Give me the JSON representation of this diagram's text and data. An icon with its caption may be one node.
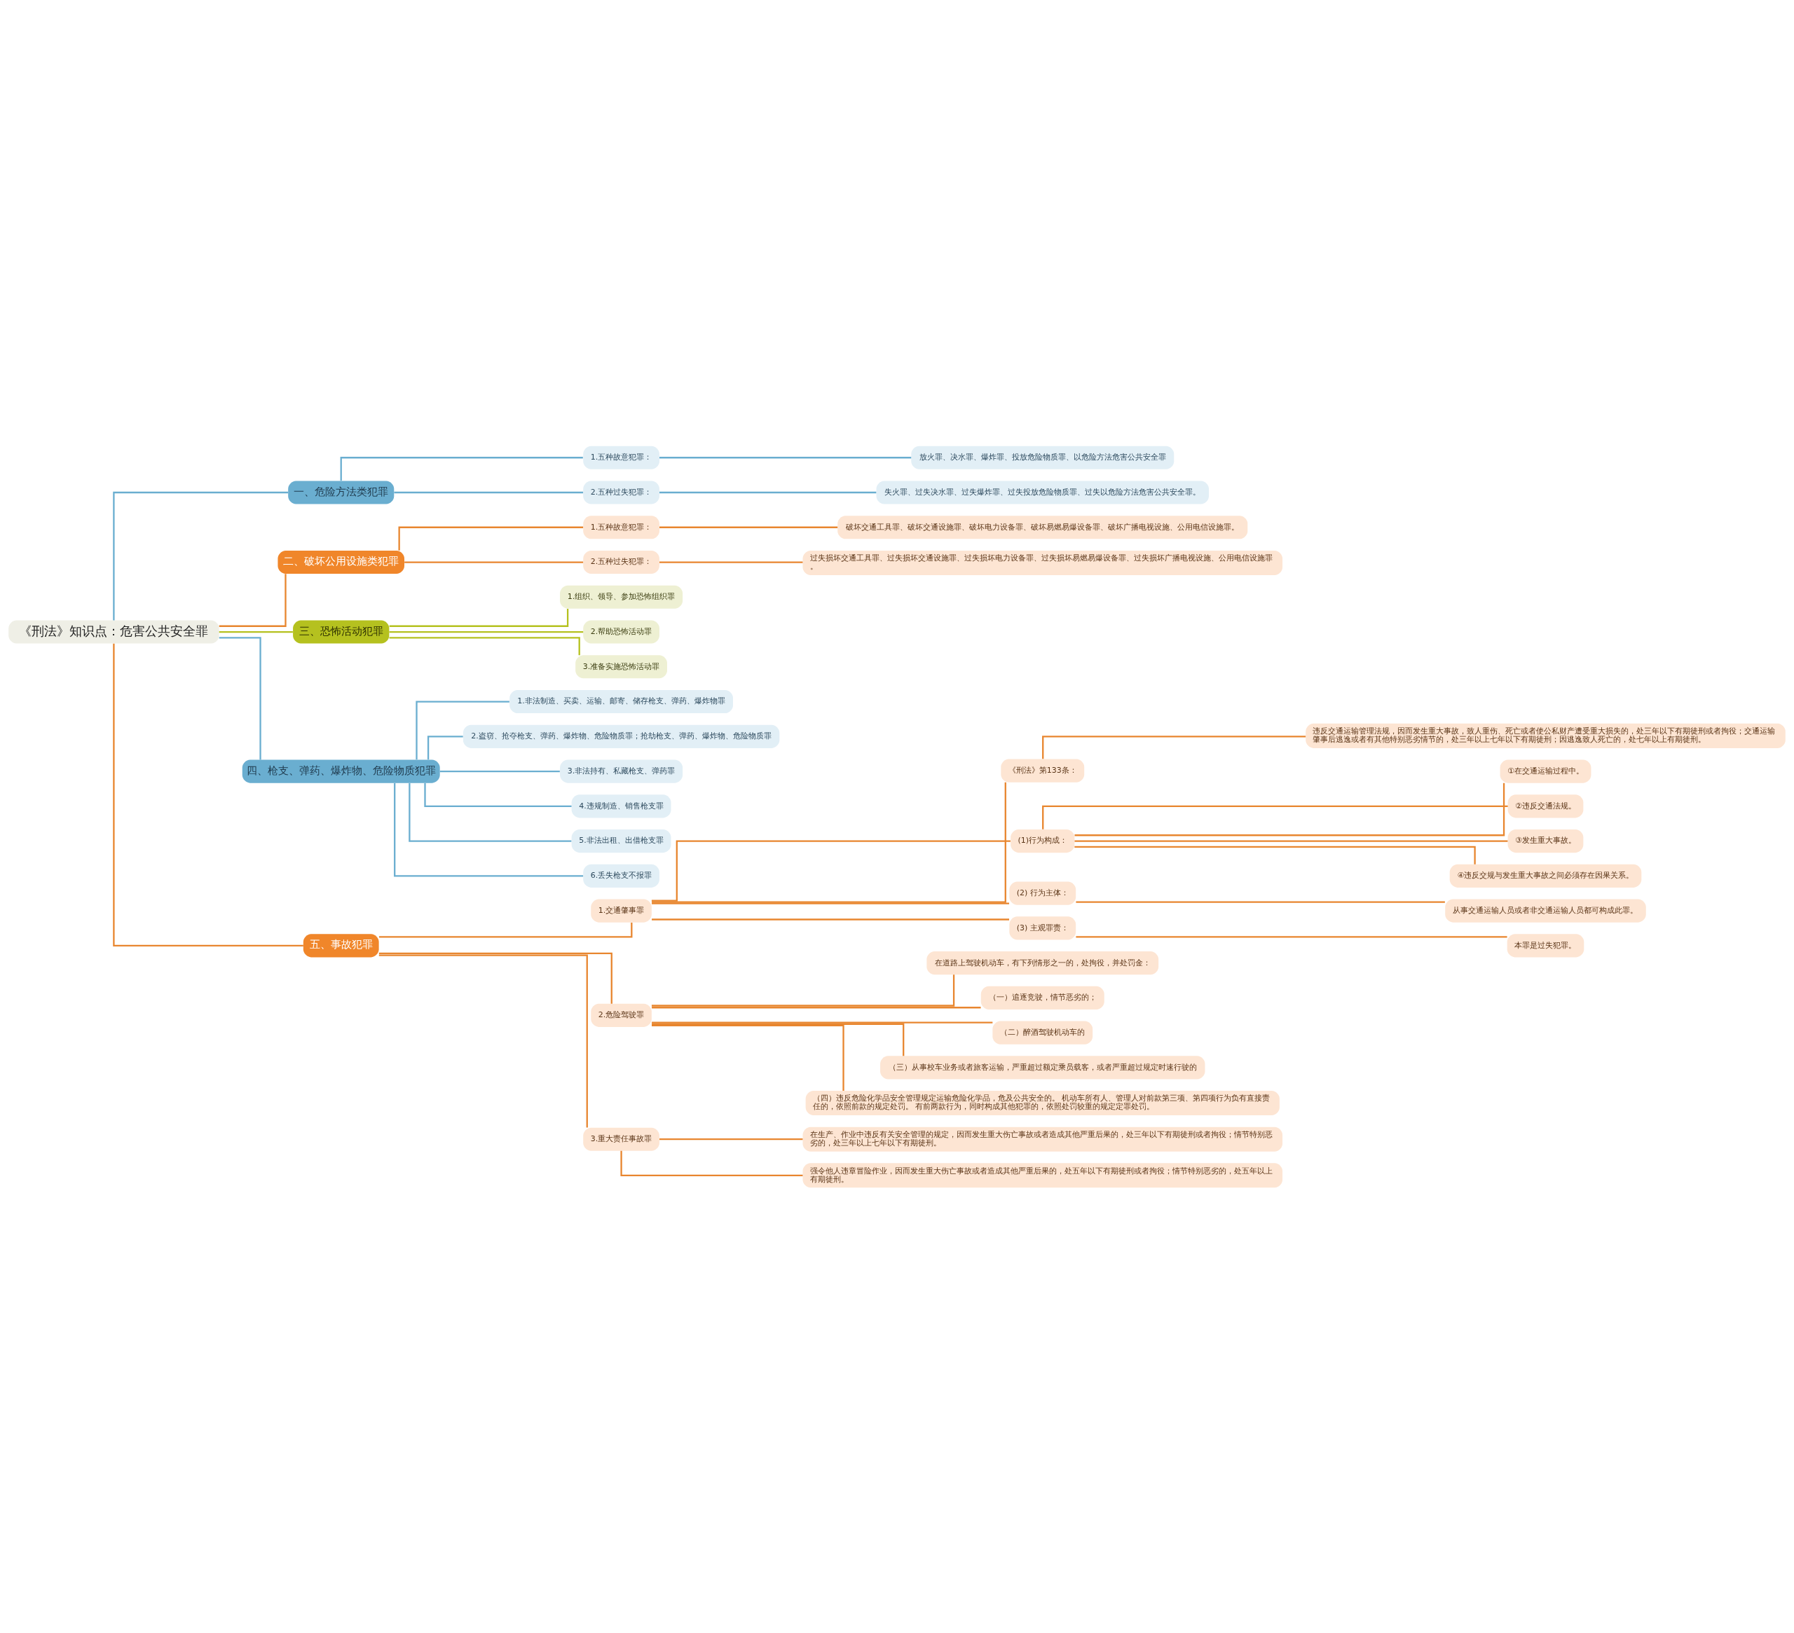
{
  "diagram": {
    "nodes": [
      {
        "text": [
          "《刑法》知识点：危害公共安全罪"
        ]
      },
      {
        "text": [
          "一、危险方法类犯罪"
        ]
      },
      {
        "text": [
          "1.五种故意犯罪："
        ]
      },
      {
        "text": [
          "放火罪、决水罪、爆炸罪、投放危险物质罪、以危险方法危害公共安全罪"
        ]
      },
      {
        "text": [
          "2.五种过失犯罪："
        ]
      },
      {
        "text": [
          "失火罪、过失决水罪、过失爆炸罪、过失投放危险物质罪、过失以危险方法危害公共安全罪。"
        ]
      },
      {
        "text": [
          "二、破坏公用设施类犯罪"
        ]
      },
      {
        "text": [
          "1.五种故意犯罪："
        ]
      },
      {
        "text": [
          "破坏交通工具罪、破坏交通设施罪、破坏电力设备罪、破坏易燃易爆设备罪、破坏广播电视设施、公用电信设施罪。"
        ]
      },
      {
        "text": [
          "2.五种过失犯罪："
        ]
      },
      {
        "text": [
          "过失损坏交通工具罪、过失损坏交通设施罪、过失损坏电力设备罪、过失损坏易燃易爆设备罪、过失损坏广播电视设施、公用电信设施罪。"
        ]
      },
      {
        "text": [
          "三、恐怖活动犯罪"
        ]
      },
      {
        "text": [
          "1.组织、领导、参加恐怖组织罪"
        ]
      },
      {
        "text": [
          "2.帮助恐怖活动罪"
        ]
      },
      {
        "text": [
          "3.准备实施恐怖活动罪"
        ]
      },
      {
        "text": [
          "四、枪支、弹药、爆炸物、危险物质犯罪"
        ]
      },
      {
        "text": [
          "1.非法制造、买卖、运输、邮寄、储存枪支、弹药、爆炸物罪"
        ]
      },
      {
        "text": [
          "2.盗窃、抢夺枪支、弹药、爆炸物、危险物质罪；抢劫枪支、弹药、爆炸物、危险物质罪"
        ]
      },
      {
        "text": [
          "3.非法持有、私藏枪支、弹药罪"
        ]
      },
      {
        "text": [
          "4.违规制造、销售枪支罪"
        ]
      },
      {
        "text": [
          "5.非法出租、出借枪支罪"
        ]
      },
      {
        "text": [
          "6.丢失枪支不报罪"
        ]
      },
      {
        "text": [
          "五、事故犯罪"
        ]
      },
      {
        "text": [
          "1.交通肇事罪"
        ]
      },
      {
        "text": [
          "《刑法》第133条："
        ]
      },
      {
        "text": [
          "违反交通运输管理法规，因而发生重大事故，致人重伤、死亡或者使公私财产遭受重大损失的，处三年以下有期徒刑或者拘役；交通运输肇事后逃逸或者有其他特别恶劣情节的，处三年以上七年以下有期徒刑；因逃逸致人死亡的，处七年以上有期徒刑。"
        ]
      },
      {
        "text": [
          "(1)行为构成："
        ]
      },
      {
        "text": [
          "①在交通运输过程中。"
        ]
      },
      {
        "text": [
          "②违反交通法规。"
        ]
      },
      {
        "text": [
          "③发生重大事故。"
        ]
      },
      {
        "text": [
          "④违反交规与发生重大事故之间必须存在因果关系。"
        ]
      },
      {
        "text": [
          "(2) 行为主体："
        ]
      },
      {
        "text": [
          "从事交通运输人员或者非交通运输人员都可构成此罪。"
        ]
      },
      {
        "text": [
          "(3) 主观罪责："
        ]
      },
      {
        "text": [
          "本罪是过失犯罪。"
        ]
      },
      {
        "text": [
          "2.危险驾驶罪"
        ]
      },
      {
        "text": [
          "在道路上驾驶机动车，有下列情形之一的，处拘役，并处罚金："
        ]
      },
      {
        "text": [
          "（一）追逐竞驶，情节恶劣的；"
        ]
      },
      {
        "text": [
          "（二）醉酒驾驶机动车的"
        ]
      },
      {
        "text": [
          "（三）从事校车业务或者旅客运输，严重超过额定乘员载客，或者严重超过规定时速行驶的"
        ]
      },
      {
        "text": [
          "（四）违反危险化学品安全管理规定运输危险化学品，危及公共安全的。 机动车所有人、管理人对前款第三项、第四项行为负有直接责任的，依照前款的规定处罚。 有前两款行为，同时构成其他犯罪的，依照处罚较重的规定定罪处罚。"
        ]
      },
      {
        "text": [
          "3.重大责任事故罪"
        ]
      },
      {
        "text": [
          "在生产、作业中违反有关安全管理的规定，因而发生重大伤亡事故或者造成其他严重后果的，处三年以下有期徒刑或者拘役；情节特别恶劣的，处三年以上七年以下有期徒刑。"
        ]
      },
      {
        "text": [
          "强令他人违章冒险作业，因而发生重大伤亡事故或者造成其他严重后果的，处五年以下有期徒刑或者拘役；情节特别恶劣的，处五年以上有期徒刑。"
        ]
      }
    ],
    "edges": [
      {
        "from": 0,
        "to": 1,
        "arrow": "none",
        "color": "#6aaed0"
      },
      {
        "from": 0,
        "to": 6,
        "arrow": "none"
      },
      {
        "from": 0,
        "to": 11,
        "arrow": "none",
        "color": "#b5c11f"
      },
      {
        "from": 0,
        "to": 15,
        "arrow": "none",
        "color": "#6aaed0"
      },
      {
        "from": 0,
        "to": 22,
        "arrow": "none"
      },
      {
        "from": 1,
        "to": 2,
        "arrow": "none",
        "color": "#6aaed0"
      },
      {
        "from": 2,
        "to": 3,
        "arrow": "none",
        "color": "#6aaed0"
      },
      {
        "from": 1,
        "to": 4,
        "arrow": "none",
        "color": "#6aaed0"
      },
      {
        "from": 4,
        "to": 5,
        "arrow": "none",
        "color": "#6aaed0"
      },
      {
        "from": 6,
        "to": 7,
        "arrow": "none"
      },
      {
        "from": 7,
        "to": 8,
        "arrow": "none"
      },
      {
        "from": 6,
        "to": 9,
        "arrow": "none"
      },
      {
        "from": 9,
        "to": 10,
        "arrow": "none"
      },
      {
        "from": 11,
        "to": 12,
        "arrow": "none",
        "color": "#b5c11f"
      },
      {
        "from": 11,
        "to": 13,
        "arrow": "none",
        "color": "#b5c11f"
      },
      {
        "from": 11,
        "to": 14,
        "arrow": "none",
        "color": "#b5c11f"
      },
      {
        "from": 15,
        "to": 16,
        "arrow": "none",
        "color": "#6aaed0"
      },
      {
        "from": 15,
        "to": 17,
        "arrow": "none",
        "color": "#6aaed0"
      },
      {
        "from": 15,
        "to": 18,
        "arrow": "none",
        "color": "#6aaed0"
      },
      {
        "from": 15,
        "to": 19,
        "arrow": "none",
        "color": "#6aaed0"
      },
      {
        "from": 15,
        "to": 20,
        "arrow": "none",
        "color": "#6aaed0"
      },
      {
        "from": 15,
        "to": 21,
        "arrow": "none",
        "color": "#6aaed0"
      },
      {
        "from": 22,
        "to": 23,
        "arrow": "none"
      },
      {
        "from": 23,
        "to": 24,
        "arrow": "none"
      },
      {
        "from": 24,
        "to": 25,
        "arrow": "none"
      },
      {
        "from": 23,
        "to": 26,
        "arrow": "none"
      },
      {
        "from": 26,
        "to": 27,
        "arrow": "none"
      },
      {
        "from": 26,
        "to": 28,
        "arrow": "none"
      },
      {
        "from": 26,
        "to": 29,
        "arrow": "none"
      },
      {
        "from": 26,
        "to": 30,
        "arrow": "none"
      },
      {
        "from": 23,
        "to": 31,
        "arrow": "none"
      },
      {
        "from": 31,
        "to": 32,
        "arrow": "none"
      },
      {
        "from": 23,
        "to": 33,
        "arrow": "none"
      },
      {
        "from": 33,
        "to": 34,
        "arrow": "none"
      },
      {
        "from": 22,
        "to": 35,
        "arrow": "none"
      },
      {
        "from": 35,
        "to": 36,
        "arrow": "none"
      },
      {
        "from": 35,
        "to": 37,
        "arrow": "none"
      },
      {
        "from": 35,
        "to": 38,
        "arrow": "none"
      },
      {
        "from": 35,
        "to": 39,
        "arrow": "none"
      },
      {
        "from": 35,
        "to": 40,
        "arrow": "none"
      },
      {
        "from": 22,
        "to": 41,
        "arrow": "none"
      },
      {
        "from": 41,
        "to": 42,
        "arrow": "none"
      },
      {
        "from": 41,
        "to": 43,
        "arrow": "none"
      }
    ]
  }
}
